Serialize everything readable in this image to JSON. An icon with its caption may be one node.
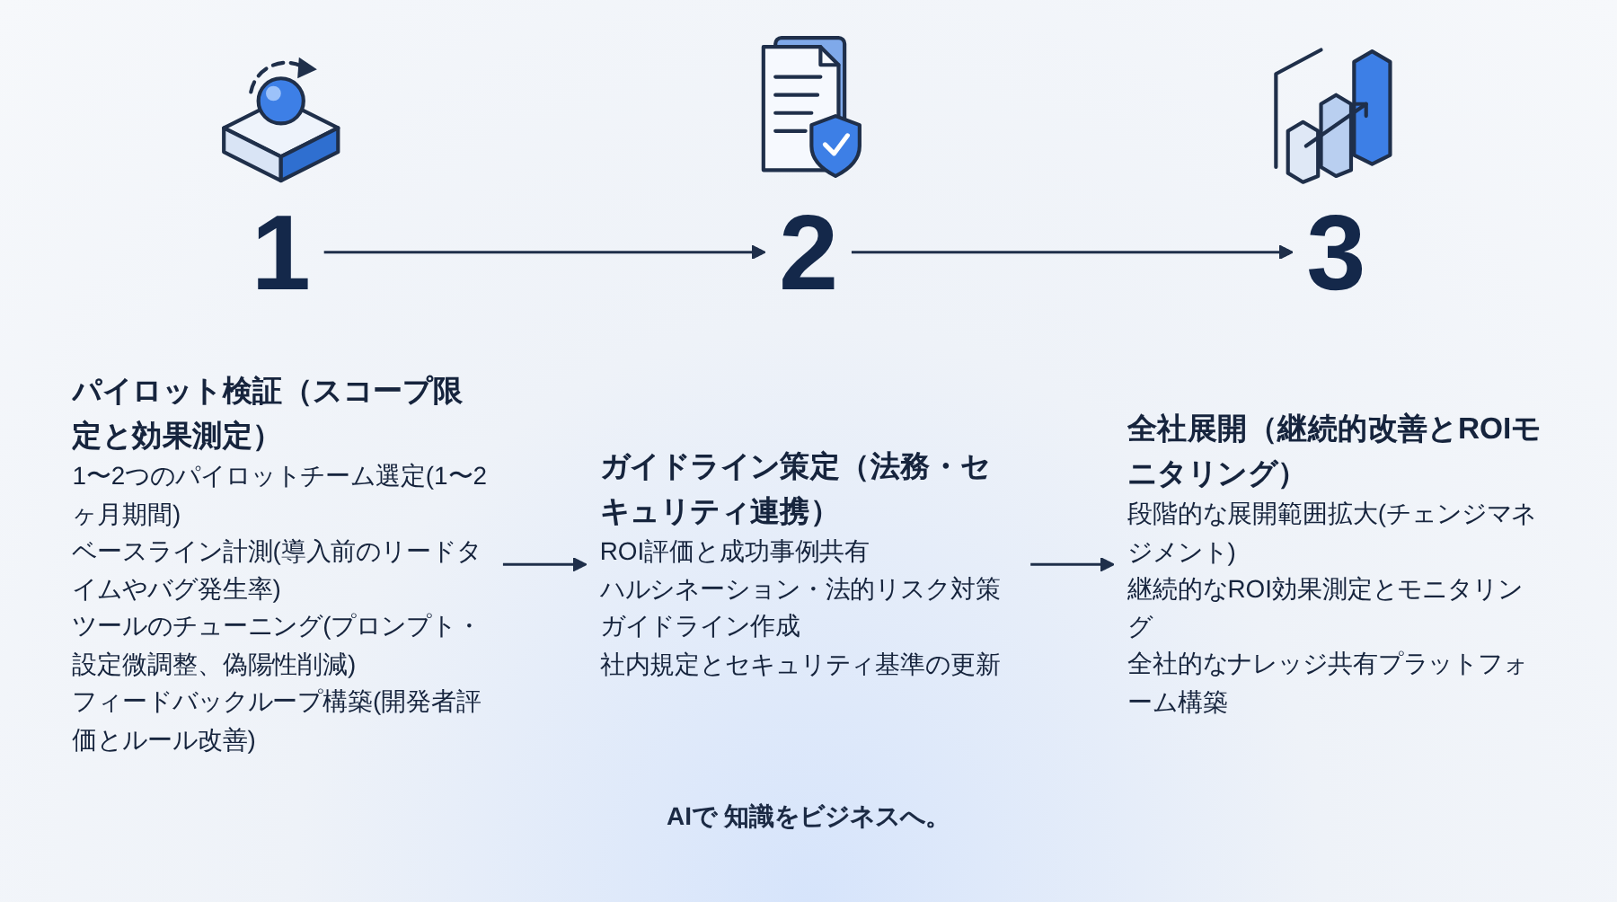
{
  "diagram": {
    "nodes": [
      {
        "text": [
          "1"
        ]
      },
      {
        "text": [
          "パイロット検証（スコープ限定と効果測定）",
          "1〜2つのパイロットチーム選定(1〜2ヶ月期間)",
          "ベースライン計測(導入前のリードタイムやバグ発生率)",
          "ツールのチューニング(プロンプト・設定微調整、偽陽性削減)",
          "フィードバックループ構築(開発者評価とルール改善)"
        ]
      },
      {
        "text": [
          "2"
        ]
      },
      {
        "text": [
          "ガイドライン策定（法務・セキュリティ連携）",
          "ROI評価と成功事例共有",
          "ハルシネーション・法的リスク対策ガイドライン作成",
          "社内規定とセキュリティ基準の更新"
        ]
      },
      {
        "text": [
          "3"
        ]
      },
      {
        "text": [
          "全社展開（継続的改善とROIモニタリング）",
          "段階的な展開範囲拡大(チェンジマネジメント)",
          "継続的なROI効果測定とモニタリング",
          "全社的なナレッジ共有プラットフォーム構築"
        ]
      }
    ],
    "edges": [
      {
        "from": 0,
        "to": 2,
        "arrow": "to"
      },
      {
        "from": 1,
        "to": 3,
        "arrow": "to"
      },
      {
        "from": 2,
        "to": 4,
        "arrow": "to"
      },
      {
        "from": 3,
        "to": 5,
        "arrow": "to"
      }
    ],
    "labels": [
      "AIで 知識をビジネスへ。"
    ]
  }
}
